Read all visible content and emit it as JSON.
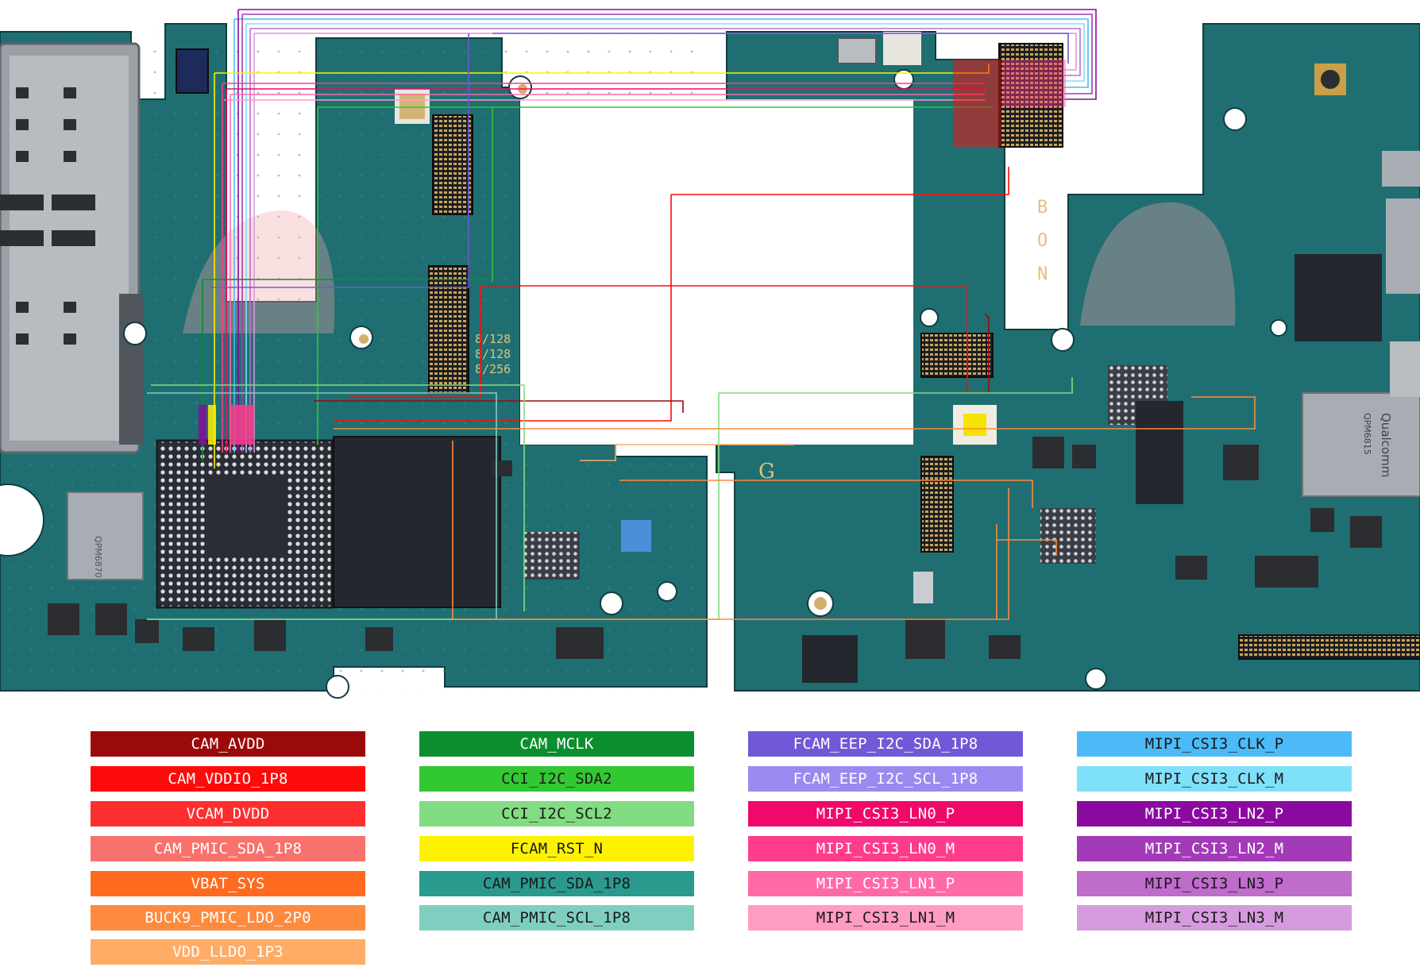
{
  "board": {
    "pcb_color": "#1f6f72",
    "pcb_dark": "#134e52",
    "marks": [
      "8/128",
      "8/128",
      "8/256"
    ],
    "side_letters": [
      "B",
      "O",
      "N"
    ],
    "logo_glyph": "G",
    "chip_labels": [
      "Qualcomm",
      "QPM6815",
      "QPM6870"
    ]
  },
  "legend": {
    "columns": [
      [
        {
          "label": "CAM_AVDD",
          "color": "#9b0a0a",
          "text_color": "#ffffff"
        },
        {
          "label": "CAM_VDDIO_1P8",
          "color": "#ff0a0a",
          "text_color": "#ffffff"
        },
        {
          "label": "VCAM_DVDD",
          "color": "#ff2e2e",
          "text_color": "#ffffff"
        },
        {
          "label": "CAM_PMIC_SDA_1P8",
          "color": "#f9716c",
          "text_color": "#ffffff"
        },
        {
          "label": "VBAT_SYS",
          "color": "#ff6a1e",
          "text_color": "#ffffff"
        },
        {
          "label": "BUCK9_PMIC_LDO_2P0",
          "color": "#ff8a3d",
          "text_color": "#ffffff"
        },
        {
          "label": "VDD_LLDO_1P3",
          "color": "#ffac66",
          "text_color": "#ffffff"
        }
      ],
      [
        {
          "label": "CAM_MCLK",
          "color": "#0b8f2e",
          "text_color": "#ffffff"
        },
        {
          "label": "CCI_I2C_SDA2",
          "color": "#32c832",
          "text_color": "#1a1a1a"
        },
        {
          "label": "CCI_I2C_SCL2",
          "color": "#82dc82",
          "text_color": "#1a1a1a"
        },
        {
          "label": "FCAM_RST_N",
          "color": "#fff200",
          "text_color": "#1a1a1a"
        },
        {
          "label": "CAM_PMIC_SDA_1P8",
          "color": "#2a9a8e",
          "text_color": "#1a1a1a"
        },
        {
          "label": "CAM_PMIC_SCL_1P8",
          "color": "#7fcfc0",
          "text_color": "#1a1a1a"
        }
      ],
      [
        {
          "label": "FCAM_EEP_I2C_SDA_1P8",
          "color": "#7158d6",
          "text_color": "#ffffff"
        },
        {
          "label": "FCAM_EEP_I2C_SCL_1P8",
          "color": "#9a8af0",
          "text_color": "#ffffff"
        },
        {
          "label": "MIPI_CSI3_LN0_P",
          "color": "#f0086a",
          "text_color": "#ffffff"
        },
        {
          "label": "MIPI_CSI3_LN0_M",
          "color": "#ff3c8c",
          "text_color": "#ffffff"
        },
        {
          "label": "MIPI_CSI3_LN1_P",
          "color": "#ff6aa6",
          "text_color": "#ffffff"
        },
        {
          "label": "MIPI_CSI3_LN1_M",
          "color": "#ff9cc4",
          "text_color": "#1a1a1a"
        }
      ],
      [
        {
          "label": "MIPI_CSI3_CLK_P",
          "color": "#4cbaf8",
          "text_color": "#1a1a1a"
        },
        {
          "label": "MIPI_CSI3_CLK_M",
          "color": "#7fe0fa",
          "text_color": "#1a1a1a"
        },
        {
          "label": "MIPI_CSI3_LN2_P",
          "color": "#8a0aa0",
          "text_color": "#ffffff"
        },
        {
          "label": "MIPI_CSI3_LN2_M",
          "color": "#a33ab8",
          "text_color": "#ffffff"
        },
        {
          "label": "MIPI_CSI3_LN3_P",
          "color": "#bf6ccb",
          "text_color": "#1a1a1a"
        },
        {
          "label": "MIPI_CSI3_LN3_M",
          "color": "#d69ade",
          "text_color": "#1a1a1a"
        }
      ]
    ]
  }
}
